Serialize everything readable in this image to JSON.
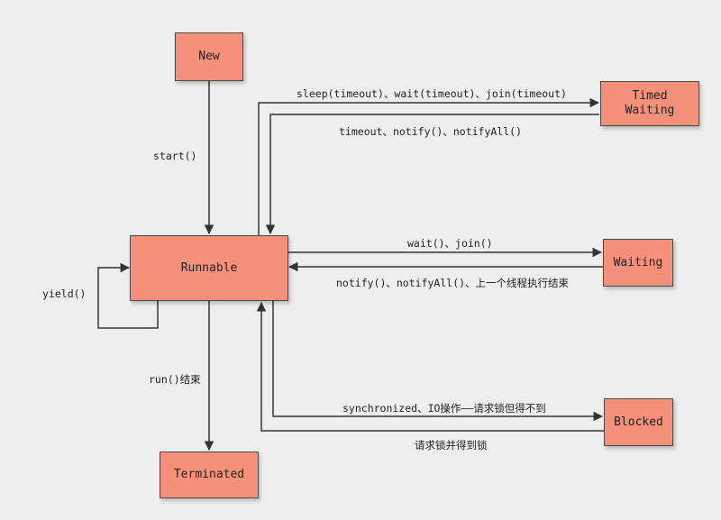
{
  "states": {
    "new": "New",
    "runnable": "Runnable",
    "timed_waiting": "Timed\nWaiting",
    "waiting": "Waiting",
    "blocked": "Blocked",
    "terminated": "Terminated"
  },
  "transitions": {
    "start": "start()",
    "yield": "yield()",
    "run_end": "run()结束",
    "to_timed_waiting": "sleep(timeout)、wait(timeout)、join(timeout)",
    "from_timed_waiting": "timeout、notify()、notifyAll()",
    "to_waiting": "wait()、join()",
    "from_waiting": "notify()、notifyAll()、上一个线程执行结束",
    "to_blocked": "synchronized、IO操作——请求锁但得不到",
    "from_blocked": "请求锁并得到锁"
  },
  "colors": {
    "state_fill": "#f5907a",
    "line": "#333333",
    "background": "#eeeeee"
  }
}
